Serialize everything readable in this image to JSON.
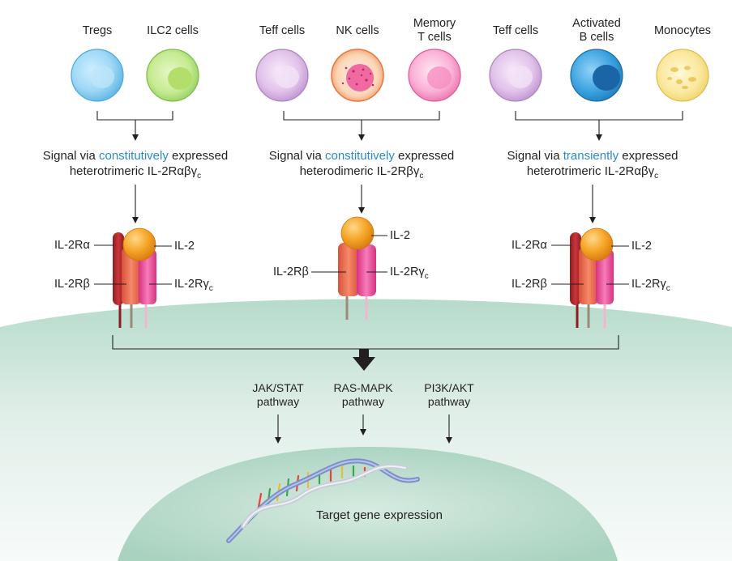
{
  "cell_groups": [
    {
      "cells": [
        {
          "name": "Tregs",
          "lines": [
            "Tregs"
          ]
        },
        {
          "name": "ILC2 cells",
          "lines": [
            "ILC2 cells"
          ]
        }
      ],
      "signal": {
        "pre": "Signal via ",
        "highlight": "constitutively",
        "post": " expressed",
        "line2": "heterotrimeric IL-2Rαβγ",
        "sub": "c"
      },
      "receptor": {
        "il2": "IL-2",
        "alpha": "IL-2Rα",
        "beta": "IL-2Rβ",
        "gamma": "IL-2Rγ",
        "gamma_sub": "c"
      }
    },
    {
      "cells": [
        {
          "name": "Teff cells",
          "lines": [
            "Teff cells"
          ]
        },
        {
          "name": "NK cells",
          "lines": [
            "NK cells"
          ]
        },
        {
          "name": "Memory T cells",
          "lines": [
            "Memory",
            "T cells"
          ]
        }
      ],
      "signal": {
        "pre": "Signal via ",
        "highlight": "constitutively",
        "post": " expressed",
        "line2": "heterodimeric IL-2Rβγ",
        "sub": "c"
      },
      "receptor": {
        "il2": "IL-2",
        "beta": "IL-2Rβ",
        "gamma": "IL-2Rγ",
        "gamma_sub": "c"
      }
    },
    {
      "cells": [
        {
          "name": "Teff cells",
          "lines": [
            "Teff cells"
          ]
        },
        {
          "name": "Activated B cells",
          "lines": [
            "Activated",
            "B cells"
          ]
        },
        {
          "name": "Monocytes",
          "lines": [
            "Monocytes"
          ]
        }
      ],
      "signal": {
        "pre": "Signal via ",
        "highlight": "transiently",
        "post": " expressed",
        "line2": "heterotrimeric IL-2Rαβγ",
        "sub": "c"
      },
      "receptor": {
        "il2": "IL-2",
        "alpha": "IL-2Rα",
        "beta": "IL-2Rβ",
        "gamma": "IL-2Rγ",
        "gamma_sub": "c"
      }
    }
  ],
  "pathways": [
    {
      "line1": "JAK/STAT",
      "line2": "pathway"
    },
    {
      "line1": "RAS-MAPK",
      "line2": "pathway"
    },
    {
      "line1": "PI3K/AKT",
      "line2": "pathway"
    }
  ],
  "target": "Target gene expression",
  "colors": {
    "highlight": "#2a8ac6",
    "membrane": "#a9d3c0",
    "il2": "#f0a024",
    "alpha": "#b52a2f",
    "beta": "#ec6a4c",
    "gamma": "#e8489a"
  }
}
